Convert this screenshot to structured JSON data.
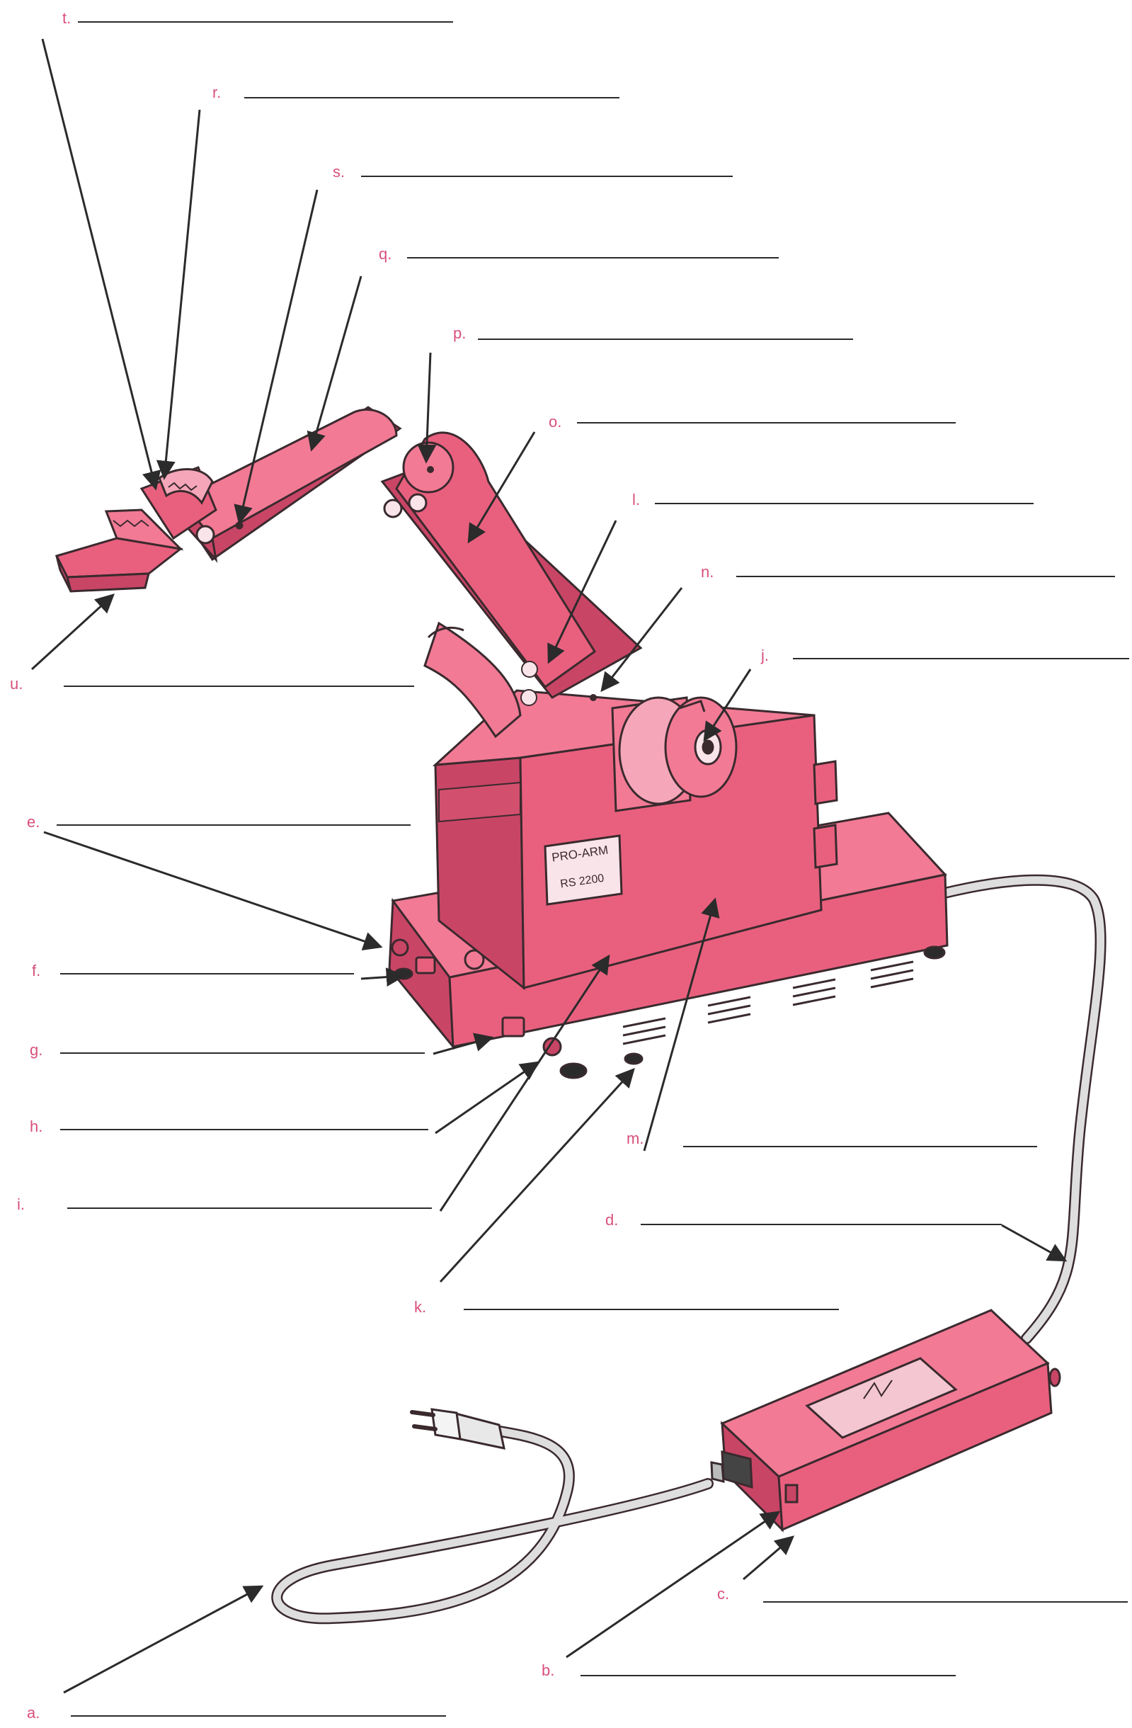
{
  "diagram": {
    "device_text": {
      "brand": "PRO-ARM",
      "model": "RS 2200"
    },
    "labels": {
      "a": "a.",
      "b": "b.",
      "c": "c.",
      "d": "d.",
      "e": "e.",
      "f": "f.",
      "g": "g.",
      "h": "h.",
      "i": "i.",
      "j": "j.",
      "k": "k.",
      "l": "l.",
      "m": "m.",
      "n": "n.",
      "o": "o.",
      "p": "p.",
      "q": "q.",
      "r": "r.",
      "s": "s.",
      "t": "t.",
      "u": "u."
    },
    "colors": {
      "body": "#e9607e",
      "body_dark": "#c94566",
      "body_light": "#f27a95",
      "outline": "#3a2a2e",
      "label_text": "#d8507a",
      "cord": "#dedede"
    }
  }
}
